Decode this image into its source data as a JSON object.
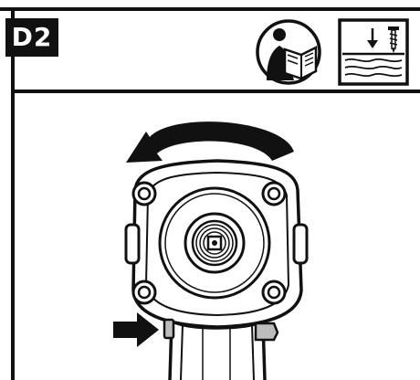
{
  "header": {
    "step_label": "D2"
  },
  "icons": {
    "manual": "read-manual-icon",
    "material": "screw-into-wood-icon"
  },
  "illustration": {
    "subject": "impact-wrench-front-view",
    "rotation": "counter-clockwise"
  },
  "colors": {
    "ink": "#111111",
    "paper": "#ffffff",
    "grey_fill": "#bdbdbd"
  }
}
